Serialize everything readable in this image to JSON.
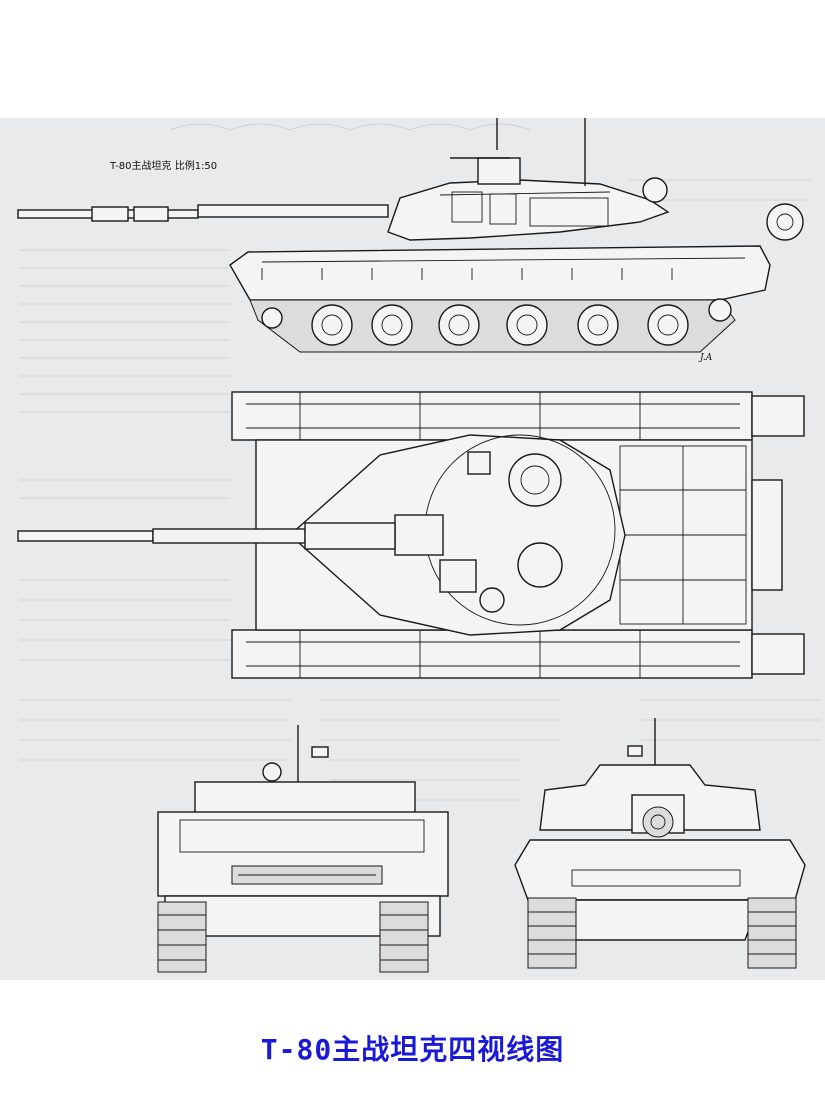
{
  "drawing": {
    "scale_label": "T-80主战坦克 比例1:50",
    "signature": "J.A"
  },
  "views": [
    "side-view",
    "top-view",
    "rear-view",
    "front-view"
  ],
  "caption": "T-80主战坦克四视线图"
}
